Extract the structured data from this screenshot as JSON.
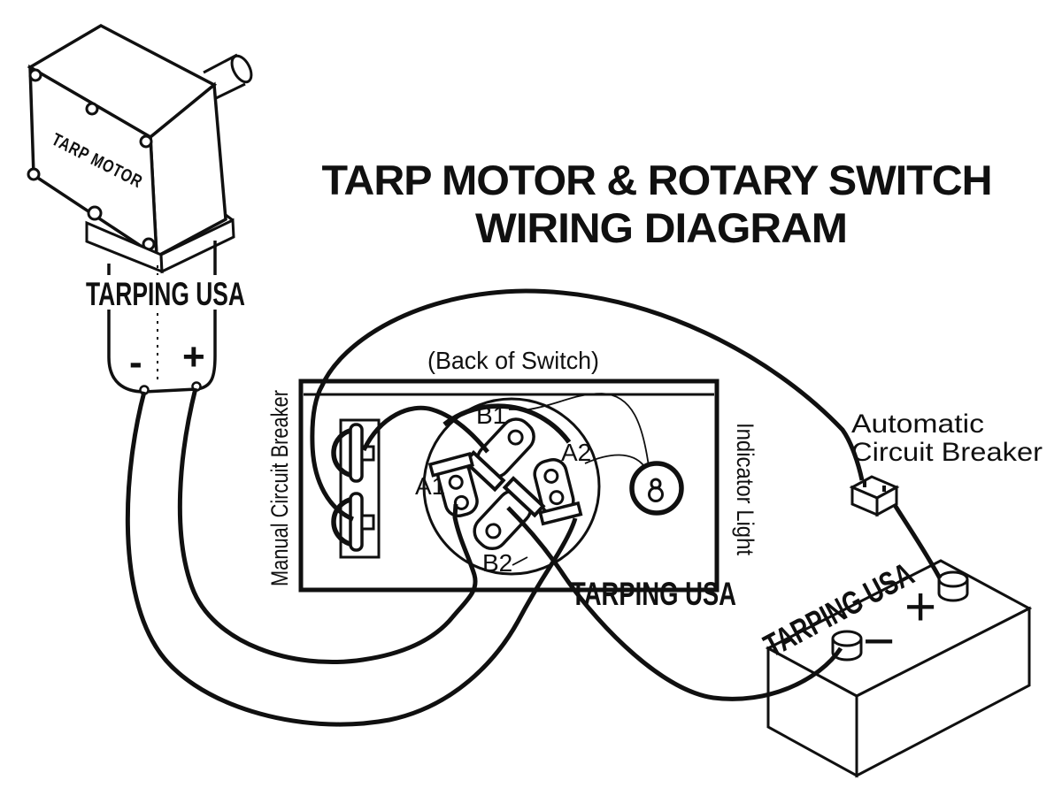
{
  "title": {
    "line1": "TARP MOTOR & ROTARY SWITCH",
    "line2": "WIRING DIAGRAM"
  },
  "motor": {
    "label": "TARP MOTOR",
    "minus_label": "-",
    "plus_label": "+"
  },
  "panel": {
    "caption": "(Back of Switch)",
    "left_label": "Manual Circuit Breaker",
    "right_label": "Indicator Light"
  },
  "terminals": {
    "b1": "B1",
    "a1": "A1",
    "a2": "A2",
    "b2": "B2"
  },
  "auto_breaker": {
    "line1": "Automatic",
    "line2": "Circuit Breaker"
  },
  "battery": {
    "plus_label": "+",
    "minus_label": "−"
  },
  "watermark": {
    "text": "TARPING USA"
  },
  "colors": {
    "ink": "#101010",
    "background": "#ffffff"
  }
}
